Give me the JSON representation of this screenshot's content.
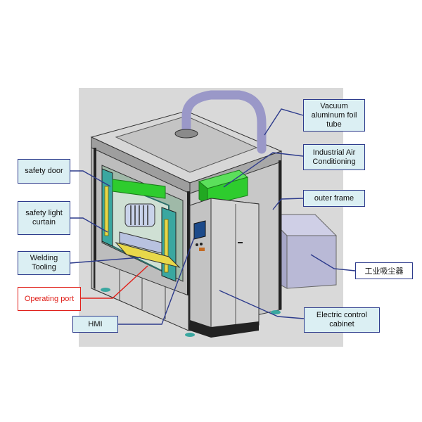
{
  "labels": {
    "vacuum_tube": "Vacuum aluminum foil tube",
    "air_conditioning": "Industrial Air Conditioning",
    "outer_frame": "outer frame",
    "dust_collector": "工业吸尘器",
    "safety_door": "safety door",
    "light_curtain": "safety light curtain",
    "welding_tooling": "Welding Tooling",
    "operating_port": "Operating port",
    "hmi": "HMI",
    "control_cabinet": "Electric control cabinet"
  },
  "colors": {
    "callout_border": "#2d3b8c",
    "callout_fill": "#dbeff3",
    "warning": "#e0201a",
    "aircon": "#2ecc2e",
    "panel_teal": "#3aa7a0",
    "background": "#d9d9d9"
  }
}
